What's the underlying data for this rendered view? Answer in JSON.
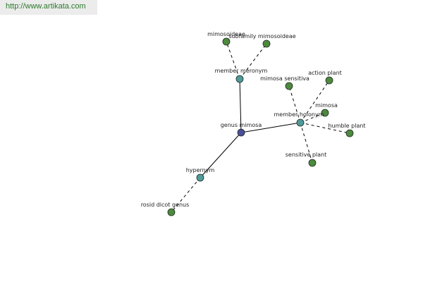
{
  "header": {
    "url": "http://www.artikata.com"
  },
  "colors": {
    "root": "#4a4f9a",
    "relation": "#4f9a9a",
    "leaf": "#4d8a3e",
    "edge": "#000000"
  },
  "graph": {
    "nodes": [
      {
        "id": "genus_mimosa",
        "label": "genus mimosa",
        "kind": "root"
      },
      {
        "id": "member_meronym",
        "label": "member meronym",
        "kind": "relation"
      },
      {
        "id": "member_holonym",
        "label": "member holonym",
        "kind": "relation"
      },
      {
        "id": "hypernym",
        "label": "hypernym",
        "kind": "relation"
      },
      {
        "id": "mimosoideae",
        "label": "mimosoideae",
        "kind": "leaf"
      },
      {
        "id": "subfamily_mimosoideae",
        "label": "subfamily mimosoideae",
        "kind": "leaf"
      },
      {
        "id": "mimosa_sensitiva",
        "label": "mimosa sensitiva",
        "kind": "leaf"
      },
      {
        "id": "action_plant",
        "label": "action plant",
        "kind": "leaf"
      },
      {
        "id": "mimosa",
        "label": "mimosa",
        "kind": "leaf"
      },
      {
        "id": "humble_plant",
        "label": "humble plant",
        "kind": "leaf"
      },
      {
        "id": "sensitive_plant",
        "label": "sensitive plant",
        "kind": "leaf"
      },
      {
        "id": "rosid_dicot_genus",
        "label": "rosid dicot genus",
        "kind": "leaf"
      }
    ],
    "edges": [
      {
        "from": "genus_mimosa",
        "to": "member_meronym",
        "style": "solid"
      },
      {
        "from": "genus_mimosa",
        "to": "member_holonym",
        "style": "solid"
      },
      {
        "from": "genus_mimosa",
        "to": "hypernym",
        "style": "solid"
      },
      {
        "from": "member_meronym",
        "to": "mimosoideae",
        "style": "dashed"
      },
      {
        "from": "member_meronym",
        "to": "subfamily_mimosoideae",
        "style": "dashed"
      },
      {
        "from": "member_holonym",
        "to": "mimosa_sensitiva",
        "style": "dashed"
      },
      {
        "from": "member_holonym",
        "to": "action_plant",
        "style": "dashed"
      },
      {
        "from": "member_holonym",
        "to": "mimosa",
        "style": "dashed"
      },
      {
        "from": "member_holonym",
        "to": "humble_plant",
        "style": "dashed"
      },
      {
        "from": "member_holonym",
        "to": "sensitive_plant",
        "style": "dashed"
      },
      {
        "from": "hypernym",
        "to": "rosid_dicot_genus",
        "style": "dashed"
      }
    ]
  }
}
